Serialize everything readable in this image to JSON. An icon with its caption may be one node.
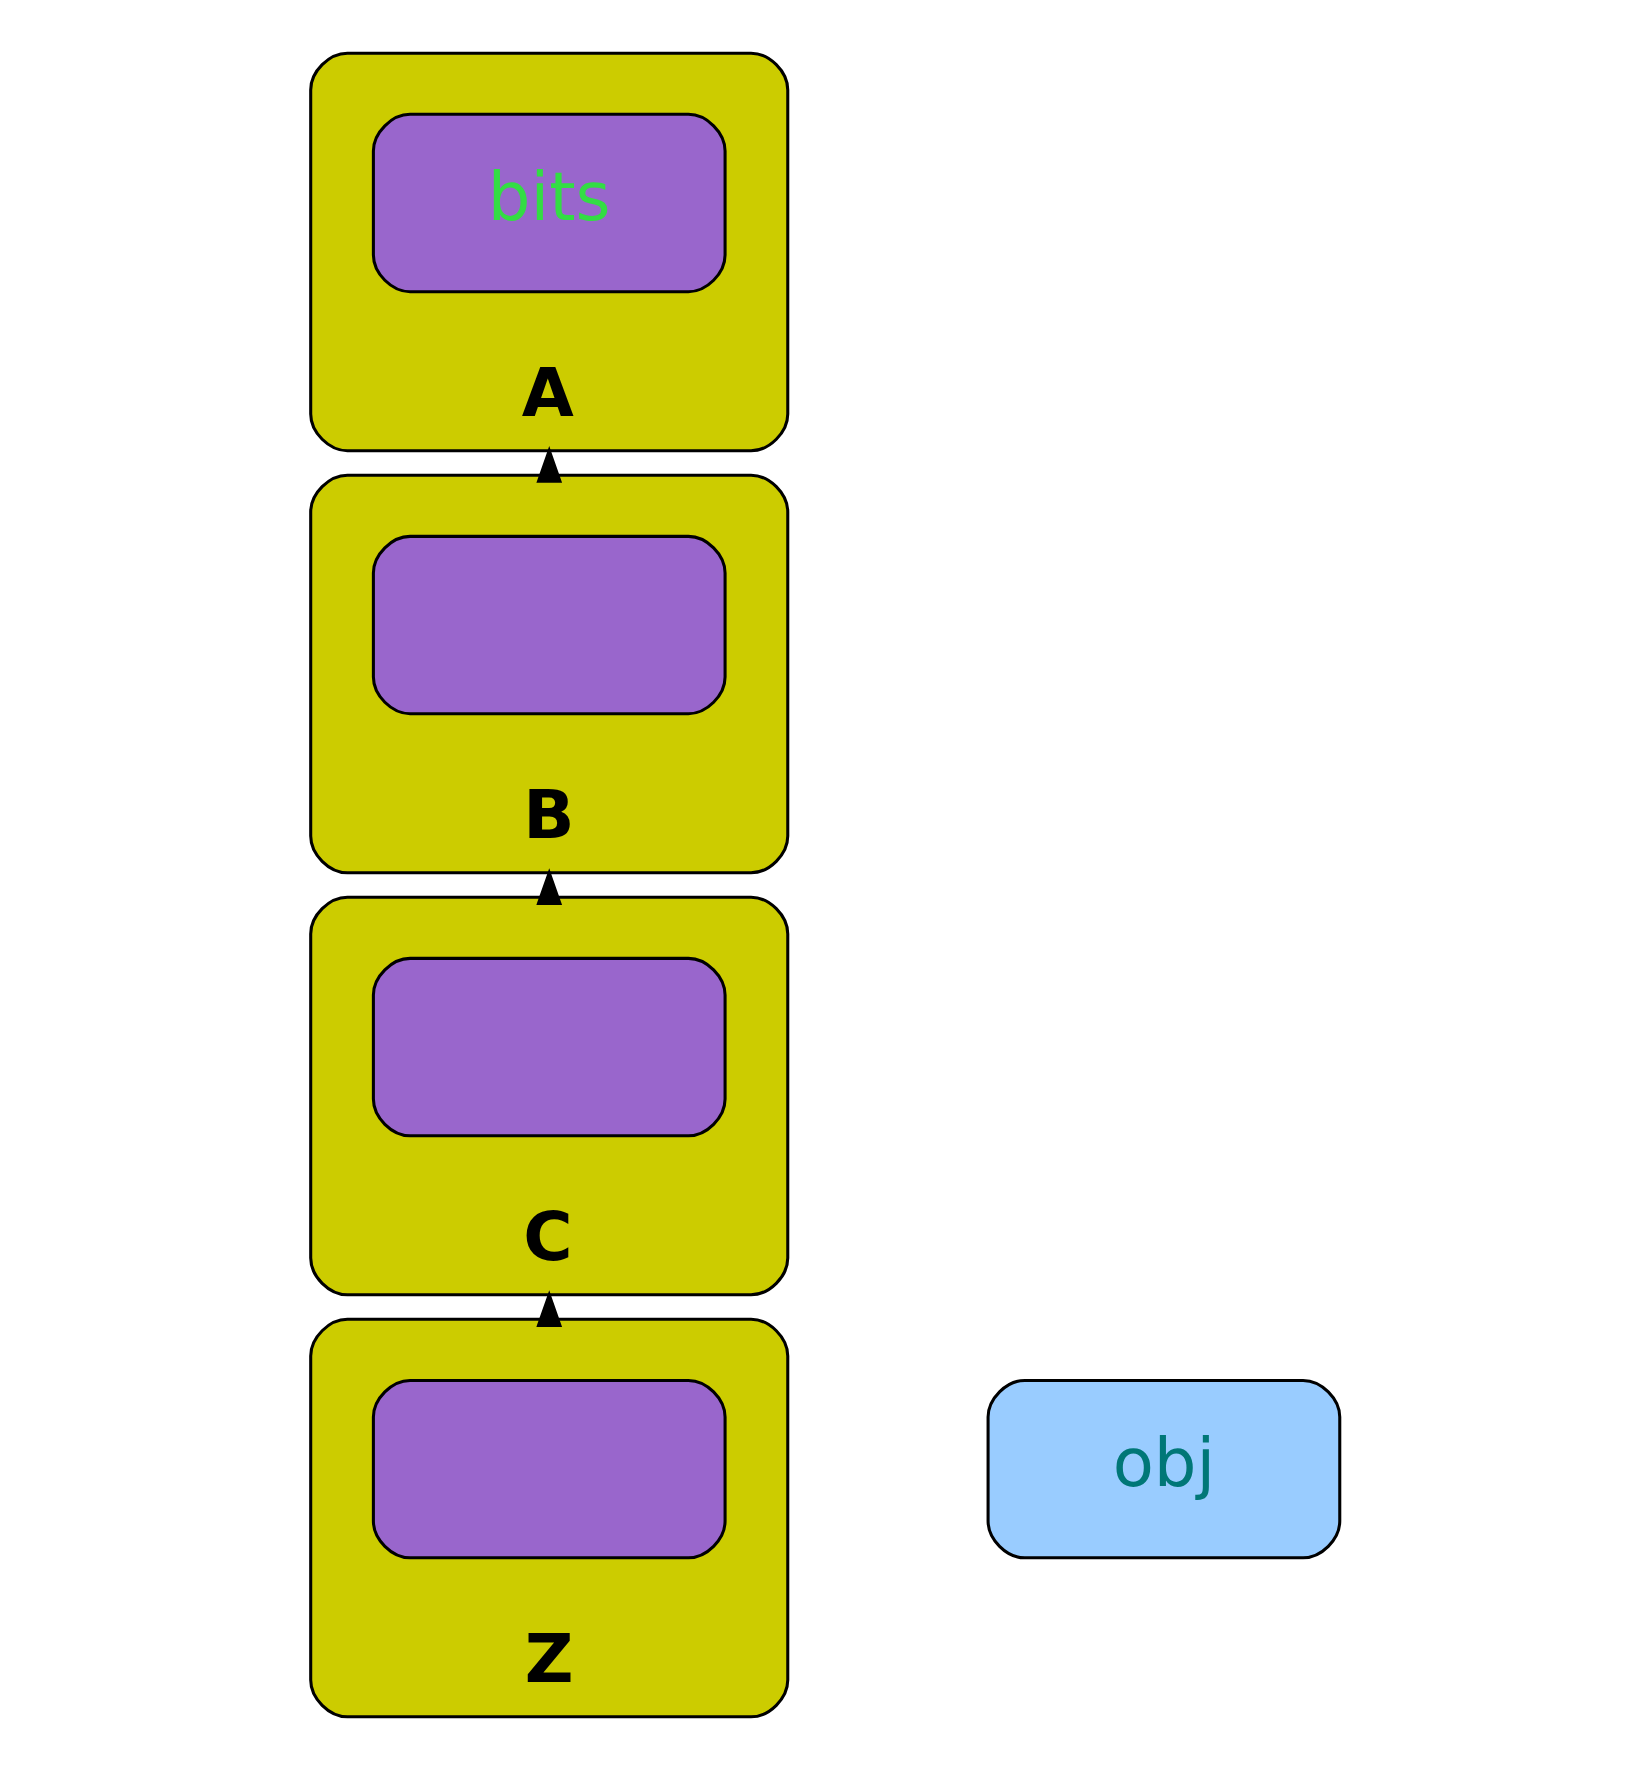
{
  "diagram": {
    "nodes": [
      {
        "text": [
          "B"
        ]
      },
      {
        "text": [],
        "shape": "box",
        "in": 0
      },
      {
        "text": [
          "A"
        ]
      },
      {
        "text": [
          "bits"
        ],
        "in": 2
      },
      {
        "text": [
          "obj"
        ]
      },
      {
        "text": [
          "C"
        ]
      },
      {
        "text": [],
        "shape": "box",
        "in": 5
      },
      {
        "text": [
          "Z"
        ]
      },
      {
        "text": [],
        "shape": "box",
        "in": 7
      }
    ],
    "edges": [
      {
        "from": 0,
        "to": 2,
        "arrow": "to"
      },
      {
        "from": 5,
        "to": 0,
        "arrow": "to"
      },
      {
        "from": 7,
        "to": 5,
        "arrow": "to"
      }
    ]
  }
}
